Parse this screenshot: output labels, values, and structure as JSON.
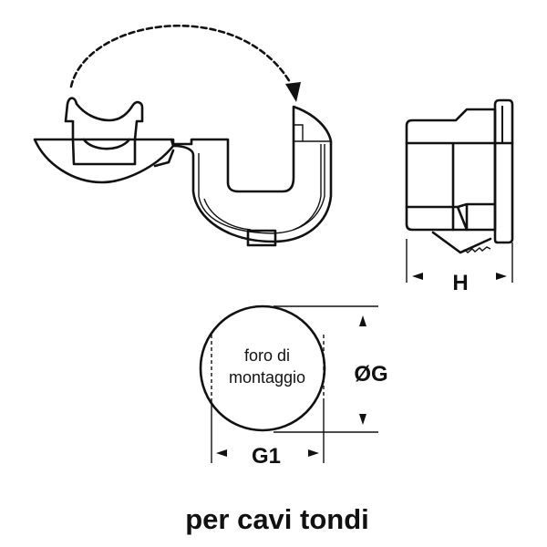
{
  "labels": {
    "hole_line1": "foro di",
    "hole_line2": "montaggio",
    "diameter": "ØG",
    "width": "G1",
    "height": "H",
    "caption": "per cavi tondi"
  },
  "colors": {
    "line": "#111111",
    "background": "#ffffff"
  }
}
